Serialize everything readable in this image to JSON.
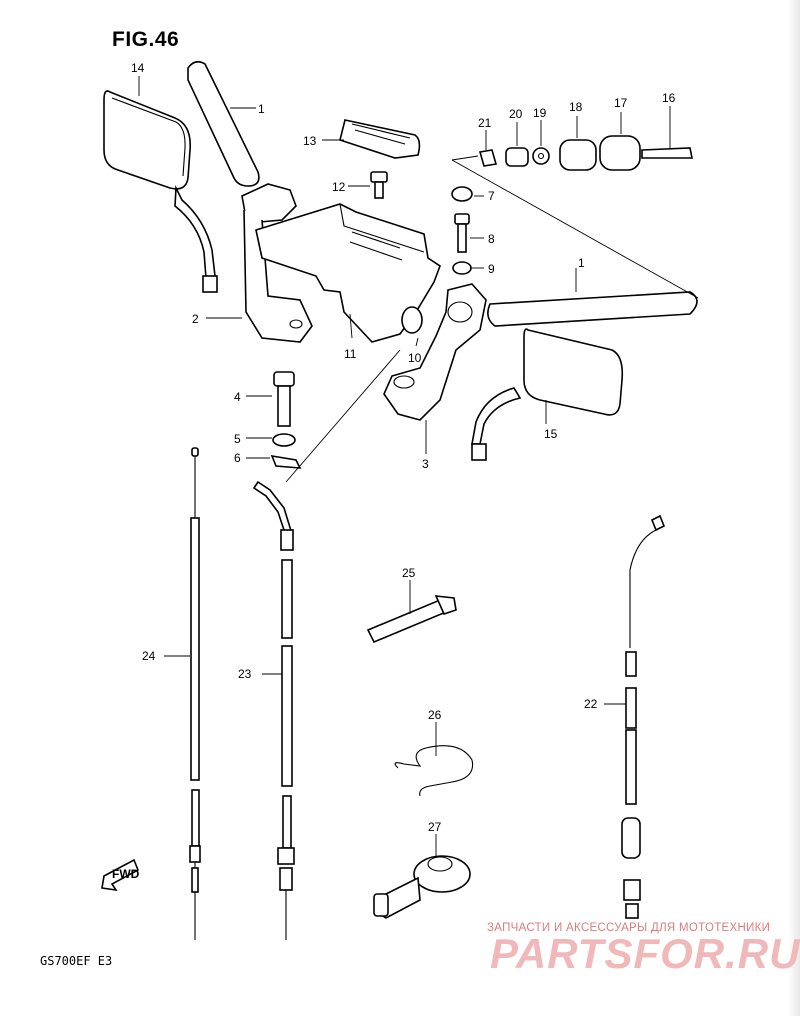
{
  "figure": {
    "title": "FIG.46",
    "model_code": "GS700EF  E3"
  },
  "watermark": {
    "line1": "ЗАПЧАСТИ И АКСЕССУАРЫ ДЛЯ МОТОТЕХНИКИ",
    "line2": "PARTSFOR.RU"
  },
  "fwd_marker": "FWD",
  "callouts": [
    "1",
    "1",
    "2",
    "3",
    "4",
    "5",
    "6",
    "7",
    "8",
    "9",
    "10",
    "11",
    "12",
    "13",
    "14",
    "15",
    "16",
    "17",
    "18",
    "19",
    "20",
    "21",
    "22",
    "23",
    "24",
    "25",
    "26",
    "27"
  ]
}
